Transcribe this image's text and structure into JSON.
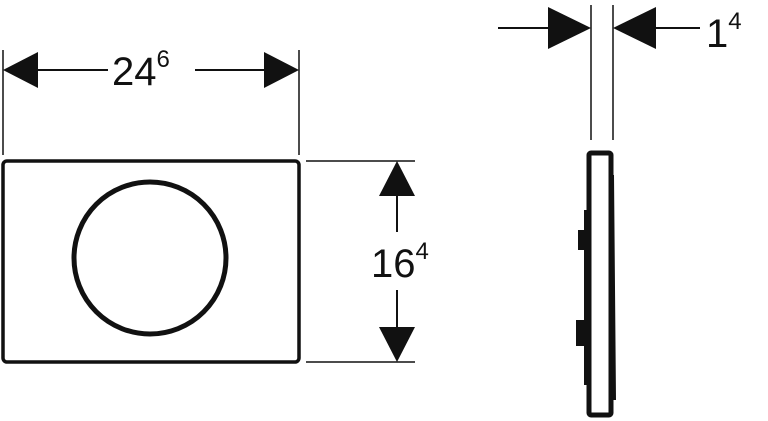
{
  "dimensions": {
    "width": {
      "main": "24",
      "sup": "6"
    },
    "height": {
      "main": "16",
      "sup": "4"
    },
    "depth": {
      "main": "1",
      "sup": "4"
    }
  },
  "colors": {
    "line": "#111111",
    "background": "#ffffff"
  }
}
